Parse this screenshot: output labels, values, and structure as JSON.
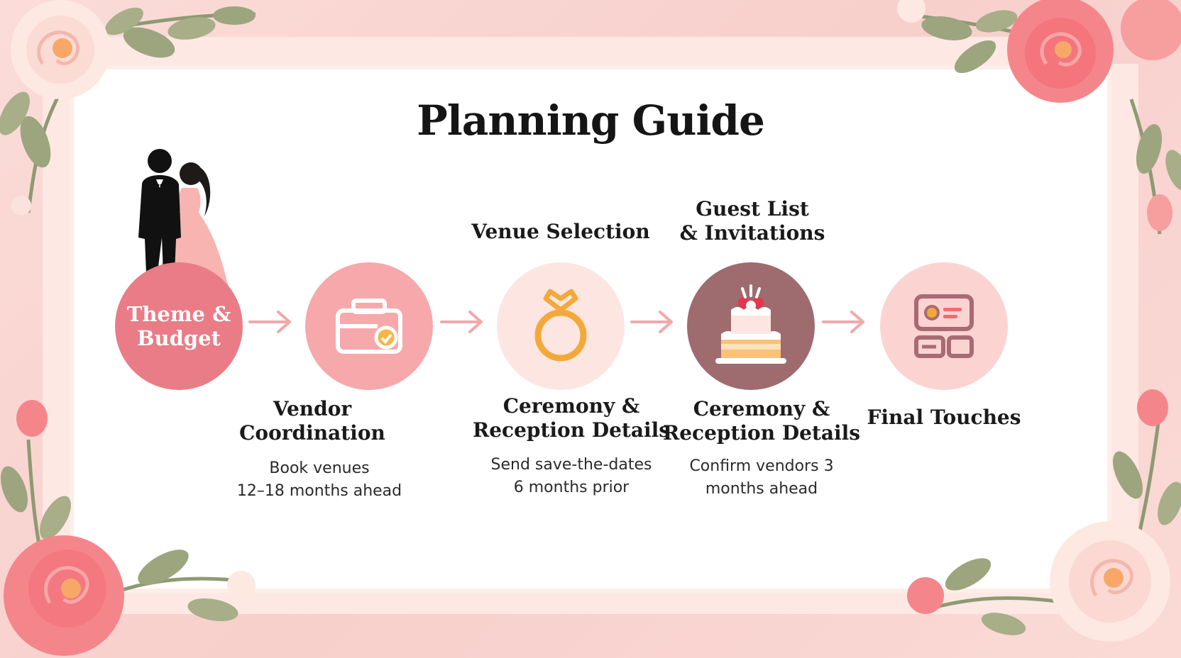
{
  "title": "Planning Guide",
  "steps": [
    {
      "node_label": "Theme &\nBudget",
      "icon": "couple-silhouette",
      "fill": "#e97c86"
    },
    {
      "icon": "wallet-icon",
      "fill": "#f6a8ab"
    },
    {
      "icon": "ring-icon",
      "fill": "#fde6e1"
    },
    {
      "icon": "cake-icon",
      "fill": "#9e6b6e"
    },
    {
      "icon": "card-icon",
      "fill": "#fbd4d1"
    }
  ],
  "top_labels": {
    "venue": "Venue Selection",
    "guest": "Guest List\n& Invitations"
  },
  "bottom": [
    {
      "heading": "Vendor\nCoordination",
      "body": "Book venues\n12–18 months ahead"
    },
    {
      "heading": "Ceremony &\nReception Details",
      "body": "Send save-the-dates\n6 months prior"
    },
    {
      "heading": "Ceremony &\nReception Details",
      "body": "Confirm vendors 3\nmonths ahead"
    },
    {
      "heading": "Final Touches",
      "body": ""
    }
  ],
  "colors": {
    "accent_arrow": "#f0a9aa",
    "leaf": "#9da57f",
    "flower": "#f2888c"
  }
}
